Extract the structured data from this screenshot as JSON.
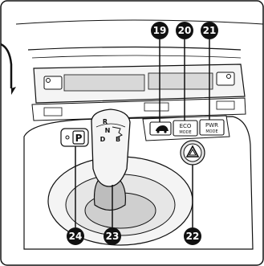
{
  "colors": {
    "line": "#111111",
    "panel_fill": "#f4f4f4",
    "vent_fill": "#d8d8d8",
    "shadow_fill": "#bdbdbd",
    "callout_fill": "#111111",
    "callout_text": "#ffffff"
  },
  "callouts": {
    "c19": "19",
    "c20": "20",
    "c21": "21",
    "c22": "22",
    "c23": "23",
    "c24": "24"
  },
  "buttons": {
    "eco_line1": "ECO",
    "eco_line2": "MODE",
    "pwr_line1": "PWR",
    "pwr_line2": "MODE",
    "park_label": "P"
  },
  "shift_pattern": {
    "r": "R",
    "n": "N",
    "d": "D",
    "b": "B"
  },
  "icons": {
    "ev_mode": "ev-mode-car-icon",
    "hazard": "hazard-triangle-icon",
    "park": "park-p-icon",
    "shift_arrow": "shift-arrow-icon"
  }
}
